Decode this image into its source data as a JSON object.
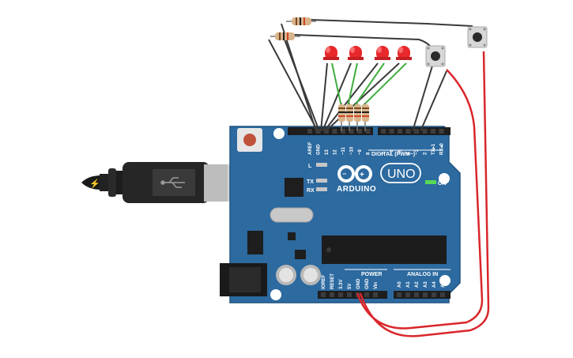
{
  "board": {
    "model": "UNO",
    "brand": "ARDUINO",
    "digital_header_label": "DIGITAL (PWM~)",
    "analog_header_label": "ANALOG IN",
    "power_header_label": "POWER",
    "led_labels": {
      "l": "L",
      "tx": "TX",
      "rx": "RX",
      "on": "ON"
    },
    "digital_pins_left": [
      "AREF",
      "GND",
      "13",
      "12",
      "~11",
      "~10",
      "~9",
      "8"
    ],
    "digital_pins_right": [
      "7",
      "~6",
      "~5",
      "4",
      "~3",
      "2",
      "TX▸1",
      "RX◂0"
    ],
    "power_pins": [
      "IOREF",
      "RESET",
      "3.3V",
      "5V",
      "GND",
      "GND",
      "Vin"
    ],
    "analog_pins": [
      "A0",
      "A1",
      "A2",
      "A3",
      "A4",
      "A5"
    ]
  },
  "colors": {
    "board": "#2c6aa0",
    "board_edge": "#215480",
    "header": "#1e1e1e",
    "led_red": "#e8282b",
    "wire_dark": "#3a3a3a",
    "wire_green": "#3fae3f",
    "wire_red": "#d9262b",
    "resistor_body": "#d9b48a"
  },
  "components": {
    "leds": [
      "led-1",
      "led-2",
      "led-3",
      "led-4"
    ],
    "buttons": [
      "button-1",
      "button-2"
    ],
    "resistors": [
      "resistor-1",
      "resistor-2",
      "resistor-3",
      "resistor-4",
      "resistor-5",
      "resistor-6"
    ]
  }
}
